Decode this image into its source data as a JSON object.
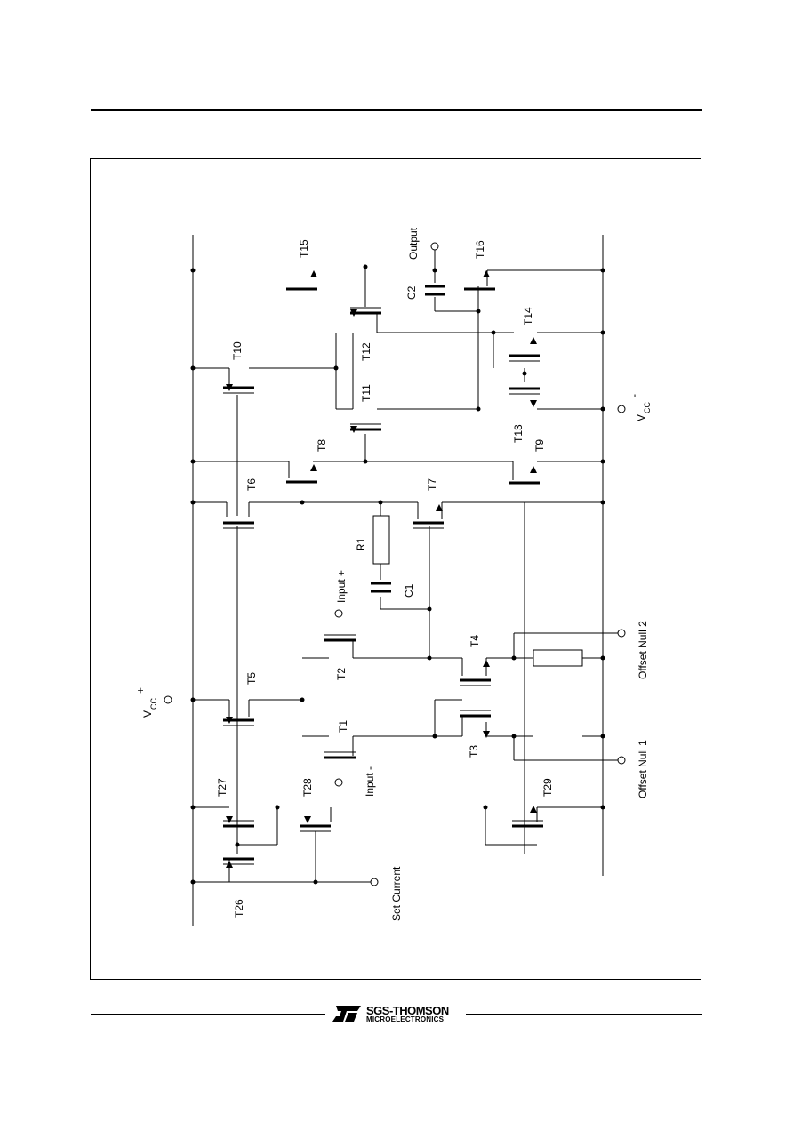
{
  "labels": {
    "t1": "T1",
    "t2": "T2",
    "t3": "T3",
    "t4": "T4",
    "t5": "T5",
    "t6": "T6",
    "t7": "T7",
    "t8": "T8",
    "t9": "T9",
    "t10": "T10",
    "t11": "T11",
    "t12": "T12",
    "t13": "T13",
    "t14": "T14",
    "t15": "T15",
    "t16": "T16",
    "t26": "T26",
    "t27": "T27",
    "t28": "T28",
    "t29": "T29",
    "r1": "R1",
    "c1": "C1",
    "c2": "C2",
    "output": "Output",
    "input_plus": "Input +",
    "input_minus": "Input -",
    "offset_null_1": "Offset Null 1",
    "offset_null_2": "Offset Null 2",
    "set_current": "Set Current",
    "vcc": "V",
    "vcc_sub": "CC",
    "vcc_plus": "+",
    "vcc_minus": "-"
  },
  "footer": {
    "brand_line1": "SGS-THOMSON",
    "brand_line2": "MICROELECTRONICS"
  }
}
